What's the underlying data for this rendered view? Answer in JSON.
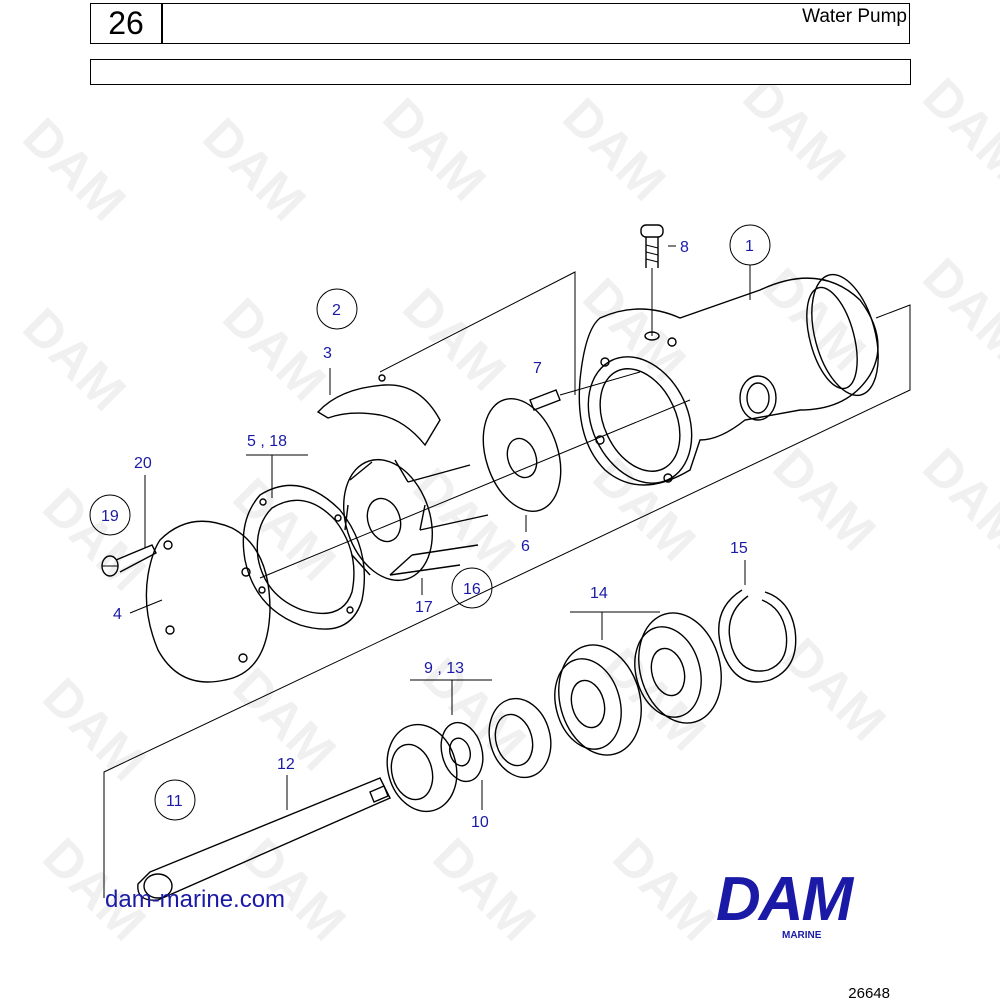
{
  "header": {
    "section_number": "26",
    "title": "Water Pump"
  },
  "callouts": {
    "c1": "1",
    "c2": "2",
    "c3": "3",
    "c4": "4",
    "c5_18": "5 , 18",
    "c6": "6",
    "c7": "7",
    "c8": "8",
    "c9_13": "9 , 13",
    "c10": "10",
    "c11": "11",
    "c12": "12",
    "c14": "14",
    "c15": "15",
    "c16": "16",
    "c17": "17",
    "c19": "19",
    "c20": "20"
  },
  "footer": {
    "website": "dam-marine.com",
    "logo_text": "DAM",
    "logo_subtext": "MARINE",
    "figure_number": "26648"
  },
  "colors": {
    "accent": "#1a1aa6",
    "line": "#000000"
  }
}
